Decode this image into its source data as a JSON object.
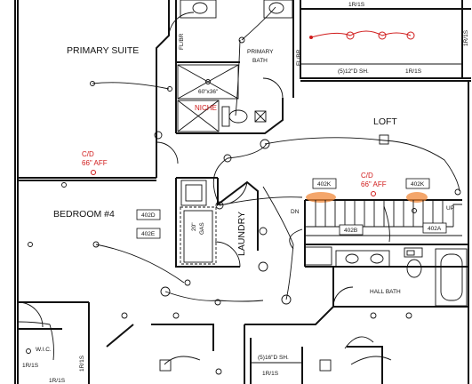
{
  "rooms": {
    "primary_suite": "PRIMARY SUITE",
    "primary_bath": [
      "PRIMARY",
      "BATH"
    ],
    "loft": "LOFT",
    "bedroom4": "BEDROOM #4",
    "laundry": "LAUNDRY",
    "hall_bath": "HALL BATH",
    "wic": "W.I.C."
  },
  "fixtures": {
    "shower_size": "60\"x36\"",
    "niche": "NICHE",
    "dn": "DN",
    "up": "UP",
    "fl_br_1": "FL/BR",
    "fl_br_2": "FL/BR",
    "gas": "GAS",
    "dryer_size": "20\""
  },
  "shelving": {
    "shelf_top": "1R/1S",
    "shelf_top2": "1R/1S",
    "shelf_mid_left": "(5)12\"D SH.",
    "shelf_mid_right": "1R/1S",
    "shelf_bottom_center": "(5)16\"D SH.",
    "shelf_bottom_left": "1R/1S",
    "shelf_wic": "1R/1S",
    "shelf_bottom_right": "1R/1S",
    "shelf_right_vert": "1R/1S"
  },
  "tags": {
    "t402d": "402D",
    "t402e": "402E",
    "t402k_left": "402K",
    "t402k_right": "402K",
    "t402b": "402B",
    "t402a": "402A"
  },
  "notes": {
    "cd_left": [
      "C/D",
      "66\" AFF"
    ],
    "cd_right": [
      "C/D",
      "66\" AFF"
    ]
  },
  "colors": {
    "red": "#d01a1a",
    "highlight": "#f0883a"
  }
}
